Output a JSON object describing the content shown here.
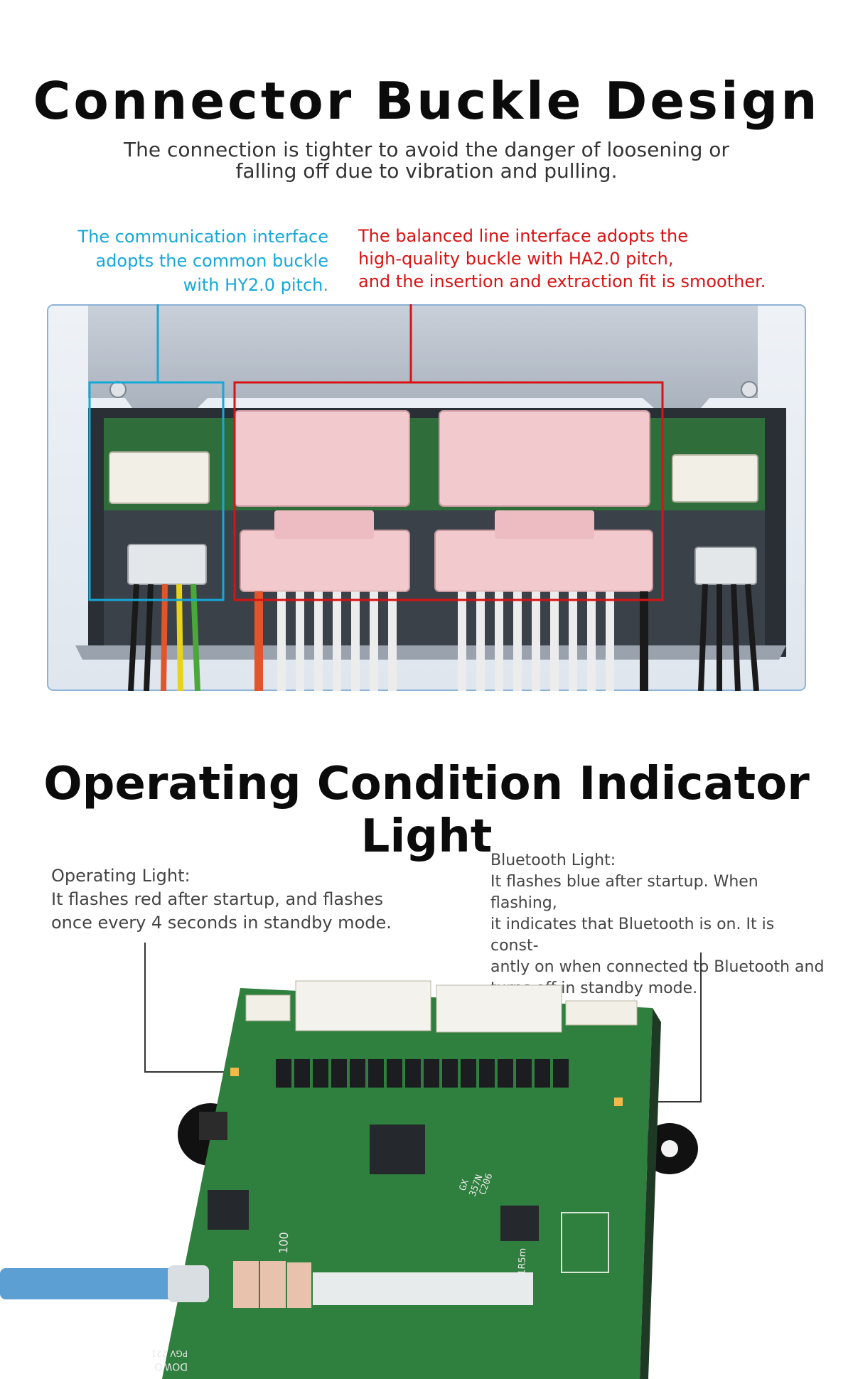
{
  "section1": {
    "title": "Connector Buckle Design",
    "subtitle_lines": [
      "The connection is tighter to avoid the danger of loosening or",
      "falling off due to vibration and pulling."
    ],
    "communication_note_lines": [
      "The communication interface",
      "adopts the common buckle",
      "with HY2.0 pitch."
    ],
    "balanced_note_lines": [
      "The balanced line interface adopts the",
      "high-quality buckle with HA2.0 pitch,",
      "and the insertion and extraction fit is smoother."
    ],
    "colors": {
      "communication": "#15a8d8",
      "balanced": "#d81313"
    }
  },
  "section2": {
    "title": "Operating Condition Indicator Light",
    "operating_light": {
      "heading": "Operating Light:",
      "lines": [
        "It flashes red after startup, and flashes",
        "once every 4 seconds in standby mode."
      ]
    },
    "bluetooth_light": {
      "heading": "Bluetooth Light:",
      "lines": [
        "It flashes blue after startup. When flashing,",
        "it indicates that Bluetooth is on. It is const-",
        "antly on when connected to Bluetooth and",
        "turns off in standby mode."
      ]
    },
    "board_labels": {
      "chip_a": "GX",
      "chip_b": "357N",
      "chip_c": "C206",
      "resistor": "100",
      "shunt": "1R5m",
      "edge_a": "DOWO",
      "edge_b": "PGV 221"
    }
  }
}
